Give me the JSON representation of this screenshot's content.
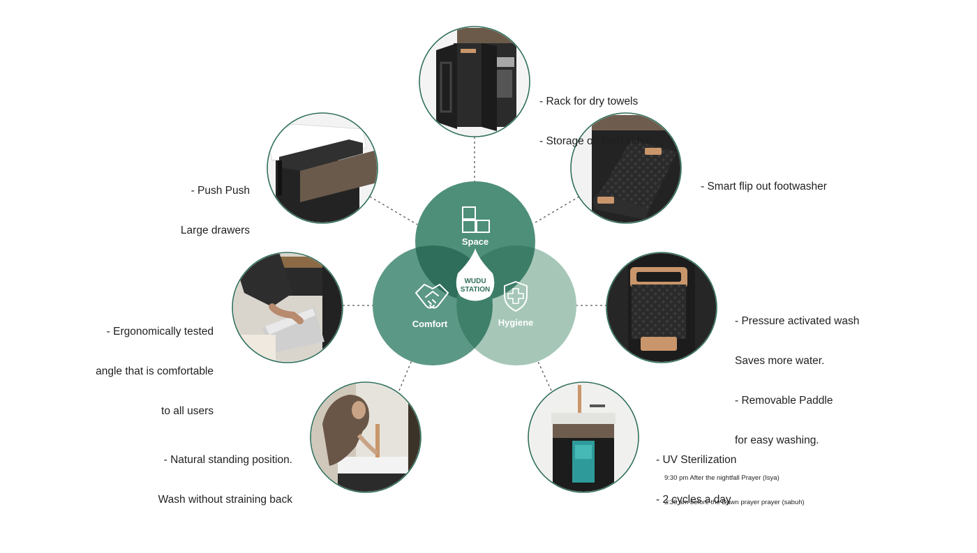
{
  "center": {
    "title_line1": "WUDU",
    "title_line2": "STATION",
    "circles": [
      {
        "name": "Space",
        "icon": "boxes-icon"
      },
      {
        "name": "Comfort",
        "icon": "handshake-icon"
      },
      {
        "name": "Hygiene",
        "icon": "shield-cross-icon"
      }
    ],
    "colors": {
      "space": "#4e8f7a",
      "comfort": "#5c9886",
      "hygiene": "#a6c7b8",
      "overlap": "#2f6e5a",
      "center_text": "#2f6e5a"
    }
  },
  "features": [
    {
      "id": "towel-rack",
      "image_icon": "cabinet-open-icon",
      "lines": [
        "- Rack for dry towels",
        "- Storage on both sides"
      ]
    },
    {
      "id": "footwasher",
      "image_icon": "flip-out-footwasher-icon",
      "lines": [
        "- Smart flip out footwasher"
      ]
    },
    {
      "id": "paddle",
      "image_icon": "pressure-paddle-icon",
      "lines": [
        "- Pressure activated wash",
        "Saves more water.",
        "- Removable Paddle",
        "for easy washing."
      ]
    },
    {
      "id": "uv",
      "image_icon": "uv-sterilizer-icon",
      "lines": [
        "- UV Sterilization",
        "- 2 cycles a day"
      ],
      "notes": [
        "9:30 pm After the nightfall Prayer (Isya)",
        "3:30 am before the Dawn prayer prayer (sabuh)"
      ]
    },
    {
      "id": "standing",
      "image_icon": "person-washing-photo-icon",
      "lines": [
        "- Natural standing position.",
        "Wash without straining back"
      ]
    },
    {
      "id": "ergonomic",
      "image_icon": "foot-washing-photo-icon",
      "lines": [
        "- Ergonomically tested",
        "angle that is comfortable",
        "to all users"
      ]
    },
    {
      "id": "drawers",
      "image_icon": "drawer-icon",
      "lines": [
        "- Push Push",
        "Large drawers"
      ]
    }
  ]
}
